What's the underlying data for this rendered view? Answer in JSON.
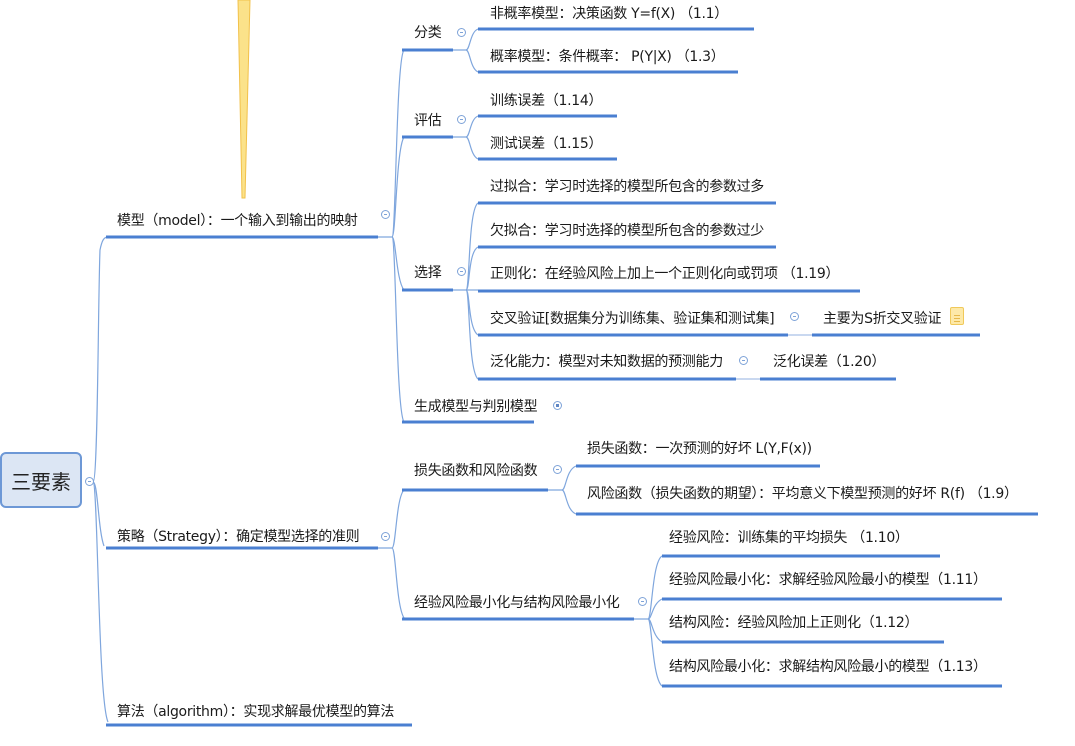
{
  "root": {
    "label": "三要素"
  },
  "branches": {
    "model": {
      "label": "模型（model）：一个输入到输出的映射",
      "children": {
        "classify": {
          "label": "分类",
          "items": [
            "非概率模型：决策函数 Y=f(X)  （1.1）",
            "概率模型：条件概率： P(Y|X)  （1.3）"
          ]
        },
        "evaluate": {
          "label": "评估",
          "items": [
            "训练误差（1.14）",
            "测试误差（1.15）"
          ]
        },
        "select": {
          "label": "选择",
          "items": [
            "过拟合：学习时选择的模型所包含的参数过多",
            "欠拟合：学习时选择的模型所包含的参数过少",
            "正则化：在经验风险上加上一个正则化向或罚项  （1.19）",
            "交叉验证[数据集分为训练集、验证集和测试集]",
            "泛化能力：模型对未知数据的预测能力"
          ],
          "cross_validation_child": "主要为S折交叉验证",
          "generalization_child": "泛化误差（1.20）"
        },
        "generative": {
          "label": "生成模型与判别模型"
        }
      }
    },
    "strategy": {
      "label": "策略（Strategy）：确定模型选择的准则",
      "children": {
        "loss_risk": {
          "label": "损失函数和风险函数",
          "items": [
            "损失函数：一次预测的好坏 L(Y,F(x))",
            "风险函数（损失函数的期望）：平均意义下模型预测的好坏 R(f)  （1.9）"
          ]
        },
        "erm_srm": {
          "label": "经验风险最小化与结构风险最小化",
          "items": [
            "经验风险：训练集的平均损失  （1.10）",
            "经验风险最小化：求解经验风险最小的模型（1.11）",
            "结构风险：经验风险加上正则化（1.12）",
            "结构风险最小化：求解结构风险最小的模型（1.13）"
          ]
        }
      }
    },
    "algorithm": {
      "label": "算法（algorithm）：实现求解最优模型的算法"
    }
  },
  "colors": {
    "line": "#4a7fd1",
    "thin_line": "#7fa6dd",
    "root_fill": "#dce6f4",
    "root_border": "#6d98d6",
    "pointer": "#f7c948"
  }
}
